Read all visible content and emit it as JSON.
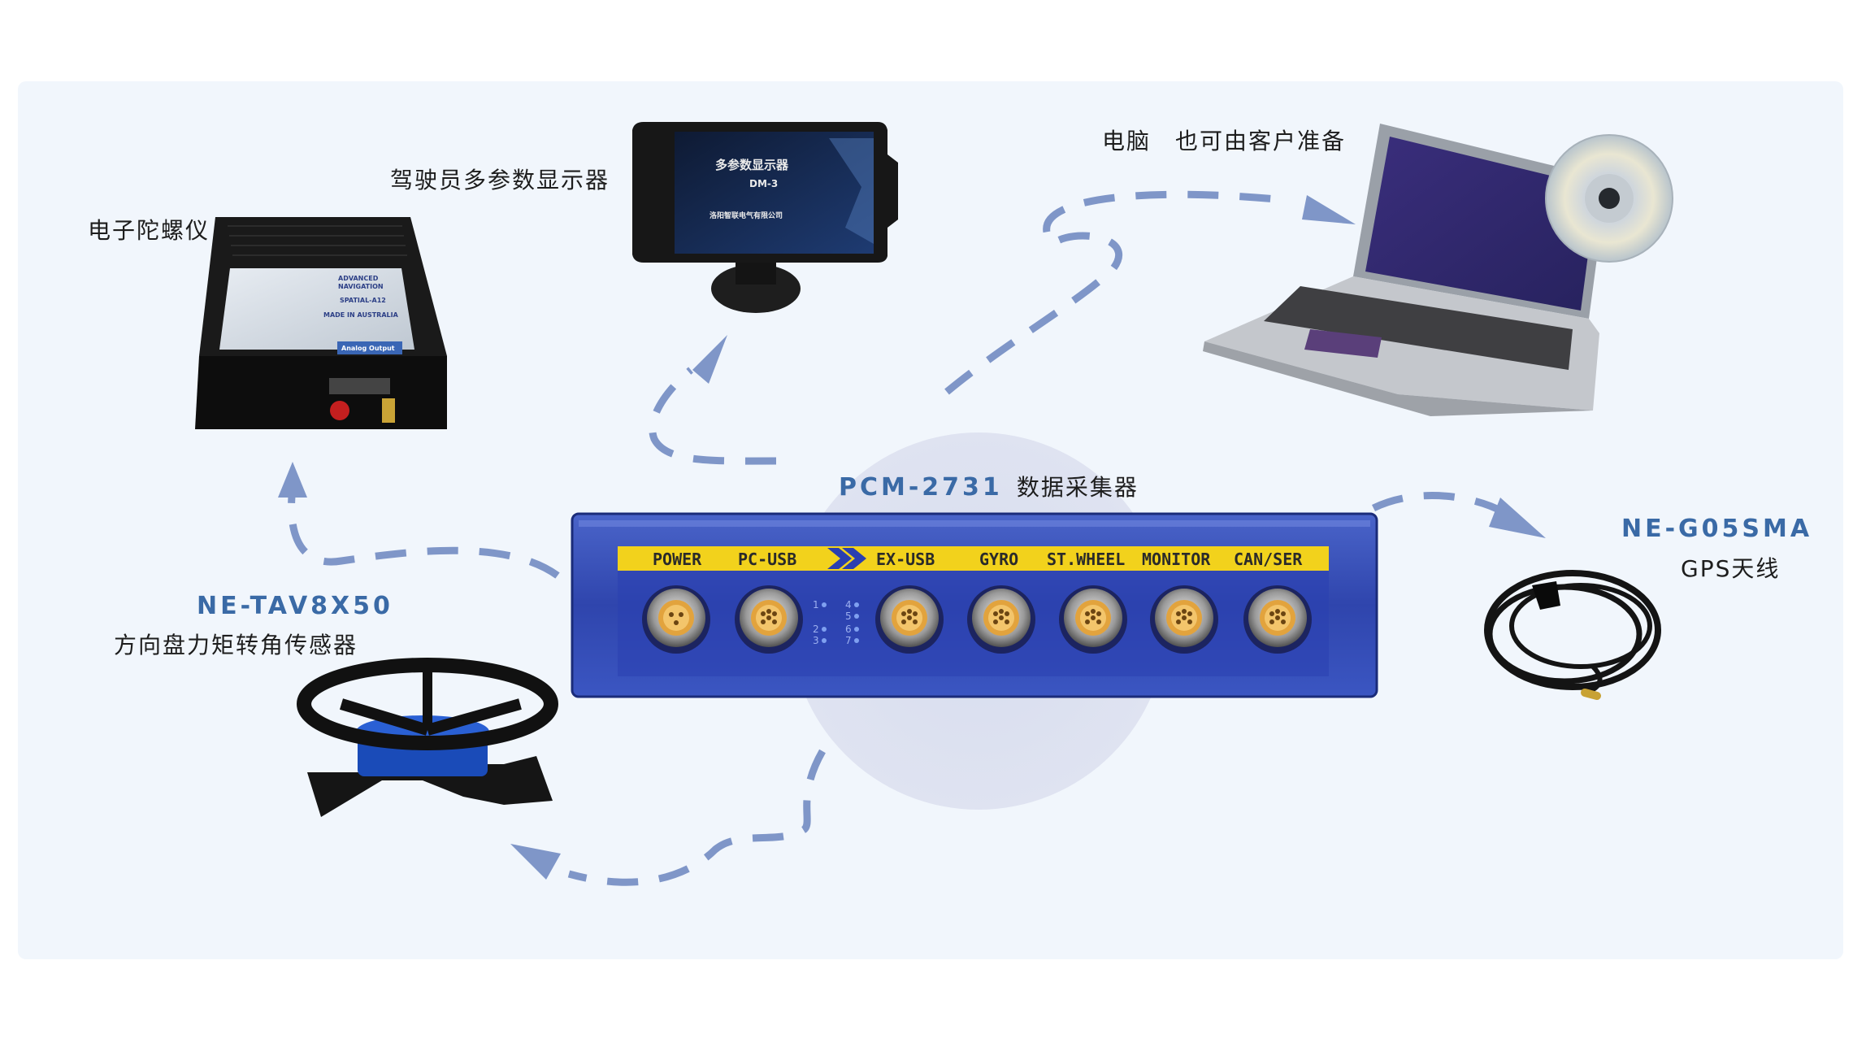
{
  "panel": {
    "background": "#f1f6fc",
    "accent_color": "#3a6aa6",
    "arrow_color": "#7f96c8"
  },
  "center_device": {
    "model": "PCM-2731",
    "name": "数据采集器",
    "ports": [
      "POWER",
      "PC-USB",
      "EX-USB",
      "GYRO",
      "ST.WHEEL",
      "MONITOR",
      "CAN/SER"
    ],
    "led_numbers": [
      "1",
      "2",
      "3",
      "4",
      "5",
      "6",
      "7"
    ]
  },
  "gyro": {
    "label": "电子陀螺仪",
    "panel_texts": [
      "ADVANCED",
      "NAVIGATION",
      "SPATIAL-A12",
      "MADE IN AUSTRALIA",
      "Analog Output"
    ]
  },
  "display": {
    "label": "驾驶员多参数显示器",
    "screen_title": "多参数显示器",
    "screen_model": "DM-3",
    "screen_footer": "洛阳智联电气有限公司"
  },
  "computer": {
    "label": "电脑　也可由客户准备"
  },
  "gps": {
    "model": "NE-G05SMA",
    "label": "GPS天线"
  },
  "steering": {
    "model": "NE-TAV8X50",
    "label": "方向盘力矩转角传感器"
  }
}
